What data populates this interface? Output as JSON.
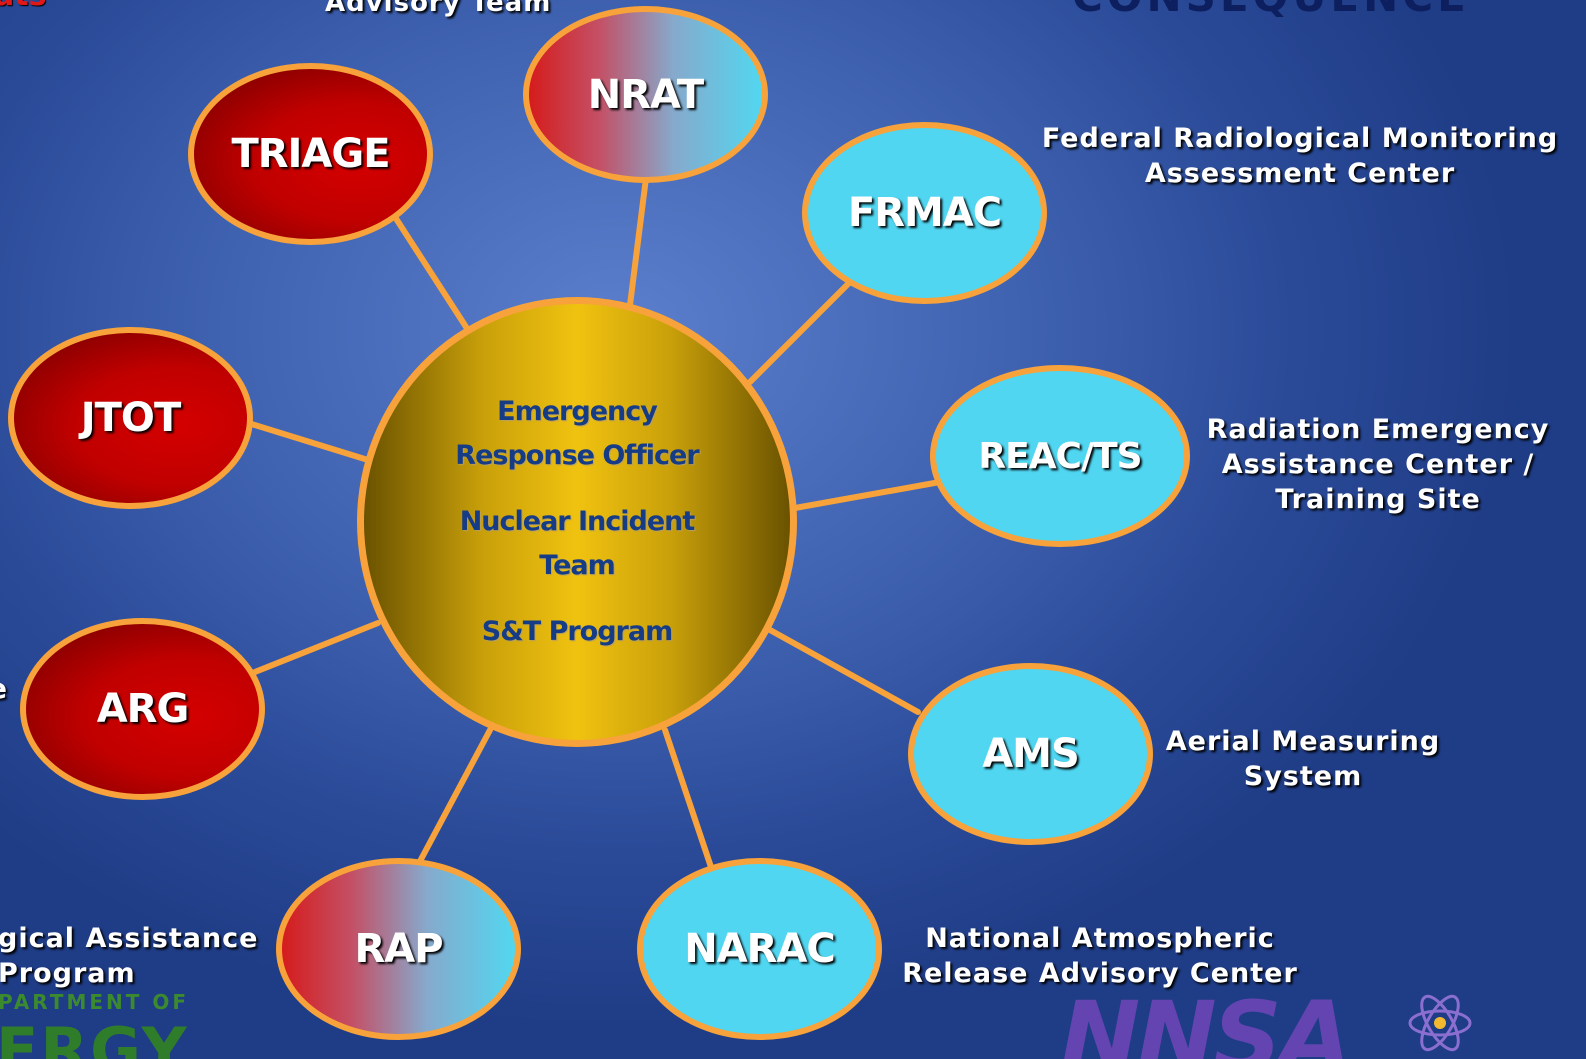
{
  "center": {
    "line1": "Emergency",
    "line2": "Response Officer",
    "line3": "Nuclear Incident",
    "line4": "Team",
    "line5": "S&T Program"
  },
  "nodes": {
    "nrat": "NRAT",
    "triage": "TRIAGE",
    "frmac": "FRMAC",
    "jtot": "JTOT",
    "reacts": "REAC/TS",
    "arg": "ARG",
    "ams": "AMS",
    "rap": "RAP",
    "narac": "NARAC"
  },
  "captions": {
    "frmac_line1": "Federal Radiological Monitoring",
    "frmac_line2": "Assessment Center",
    "reacts_line1": "Radiation Emergency",
    "reacts_line2": "Assistance Center /",
    "reacts_line3": "Training Site",
    "ams_line1": "Aerial Measuring",
    "ams_line2": "System",
    "narac_line1": "National Atmospheric",
    "narac_line2": "Release Advisory Center",
    "rap_line1": "gical Assistance",
    "rap_line2": "Program",
    "nrat_partial": "Advisory Team"
  },
  "partial_text": {
    "top_left": "ats",
    "top_right": "CONSEQUENCE",
    "left_edge": "e",
    "doe_logo_line1": "PARTMENT OF",
    "doe_logo_line2": "ERGY",
    "nnsa_logo": "NNSA"
  },
  "colors": {
    "connector": "#f7a23a",
    "node_border": "#f7a23a",
    "red_node": "#c00000",
    "cyan_node": "#50d6f1",
    "center_gold": "#f0c210",
    "center_text": "#163c86"
  }
}
